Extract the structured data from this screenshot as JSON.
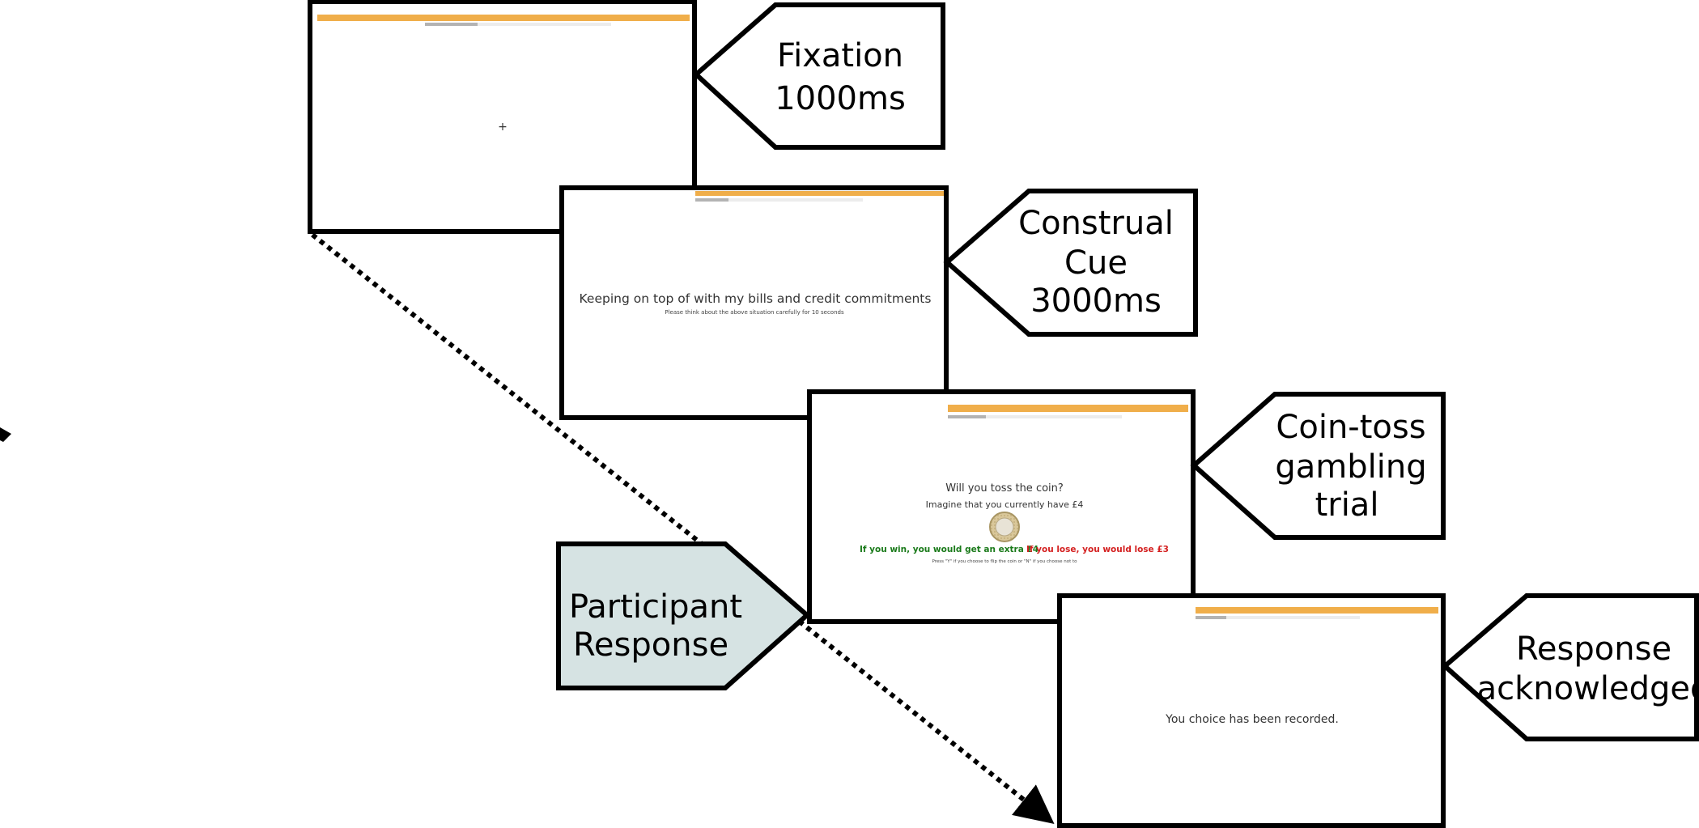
{
  "fixation_screen": {
    "header": "",
    "progress_label": "",
    "stimulus": "+"
  },
  "cue_screen": {
    "header": "",
    "statement": "Keeping on top of with my bills and credit commitments",
    "instruction": "Please think about the above situation carefully for 10 seconds"
  },
  "gamble_screen": {
    "header": "",
    "question": "Will you toss the coin?",
    "endowment": "Imagine that you currently have £4",
    "win_text": "If you win, you would get an extra £4",
    "lose_text": "If you lose, you would lose £3",
    "key_instruction": "Press \"Y\" if you choose to flip the coin or \"N\" if you choose not to"
  },
  "ack_screen": {
    "header": "",
    "message": "You choice has been recorded."
  },
  "callouts": {
    "fixation": [
      "Fixation",
      "1000ms"
    ],
    "cue": [
      "Construal",
      "Cue",
      "3000ms"
    ],
    "gamble": [
      "Coin-toss",
      "gambling",
      "trial"
    ],
    "response": [
      "Participant",
      "Response"
    ],
    "ack": [
      "Response",
      "acknowledged"
    ]
  },
  "colors": {
    "header_bar": "#f0ae4a",
    "response_callout_fill": "#d6e3e3",
    "win_text": "#1a7a1a",
    "lose_text": "#d42020"
  },
  "icons": {
    "coin": "coin-icon",
    "arrow": "arrow-head-icon"
  }
}
